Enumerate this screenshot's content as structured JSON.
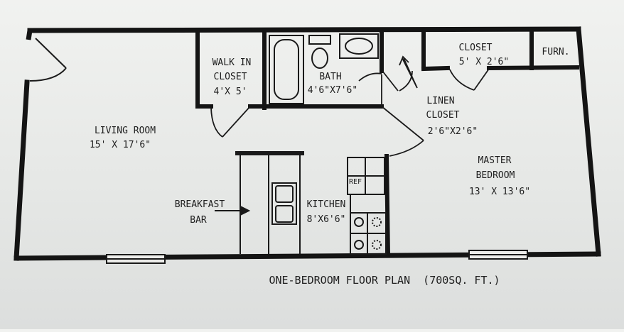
{
  "rooms": {
    "walk_in_closet": {
      "name_line1": "WALK IN",
      "name_line2": "CLOSET",
      "size": "4'X 5'"
    },
    "bath": {
      "name": "BATH",
      "size": "4'6\"X7'6\""
    },
    "closet": {
      "name": "CLOSET",
      "size": "5' X 2'6\""
    },
    "furnace": {
      "name": "FURN."
    },
    "linen_closet": {
      "name_line1": "LINEN",
      "name_line2": "CLOSET",
      "size": "2'6\"X2'6\""
    },
    "living_room": {
      "name": "LIVING ROOM",
      "size": "15' X 17'6\""
    },
    "master_bedroom": {
      "name_line1": "MASTER",
      "name_line2": "BEDROOM",
      "size": "13' X 13'6\""
    },
    "kitchen": {
      "name": "KITCHEN",
      "size": "8'X6'6\""
    },
    "breakfast_bar": {
      "name_line1": "BREAKFAST",
      "name_line2": "BAR"
    },
    "refrigerator": {
      "label": "REF"
    }
  },
  "caption": "ONE-BEDROOM FLOOR PLAN  (700SQ. FT.)"
}
